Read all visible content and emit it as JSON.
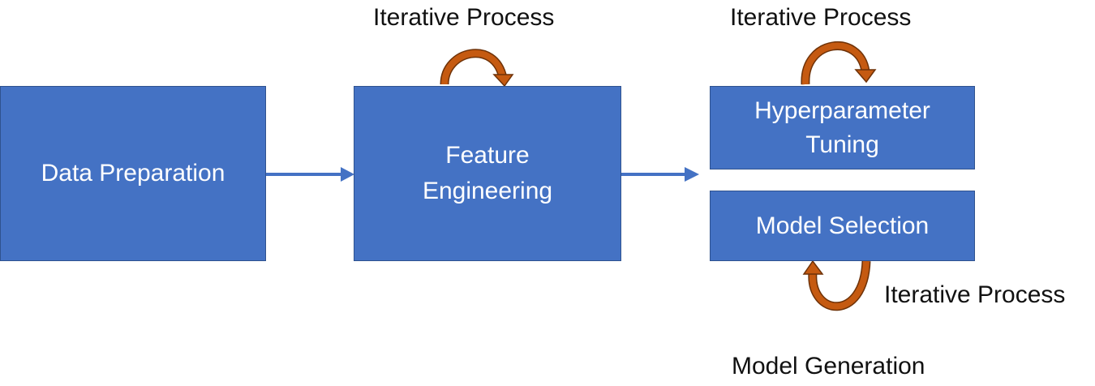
{
  "colors": {
    "box_fill": "#4472c4",
    "box_border": "#2f528f",
    "arrow_blue": "#4472c4",
    "loop_arrow": "#c55a11",
    "loop_outline": "#6e3208"
  },
  "nodes": {
    "data_preparation": "Data Preparation",
    "feature_engineering_line1": "Feature",
    "feature_engineering_line2": "Engineering",
    "hyperparameter_tuning_line1": "Hyperparameter",
    "hyperparameter_tuning_line2": "Tuning",
    "model_selection": "Model Selection"
  },
  "labels": {
    "iterative_feature": "Iterative Process",
    "iterative_hyperparameter": "Iterative Process",
    "iterative_model": "Iterative Process",
    "model_generation": "Model Generation"
  },
  "edges": [
    {
      "from": "Data Preparation",
      "to": "Feature Engineering"
    },
    {
      "from": "Feature Engineering",
      "to": "Model Generation"
    }
  ]
}
